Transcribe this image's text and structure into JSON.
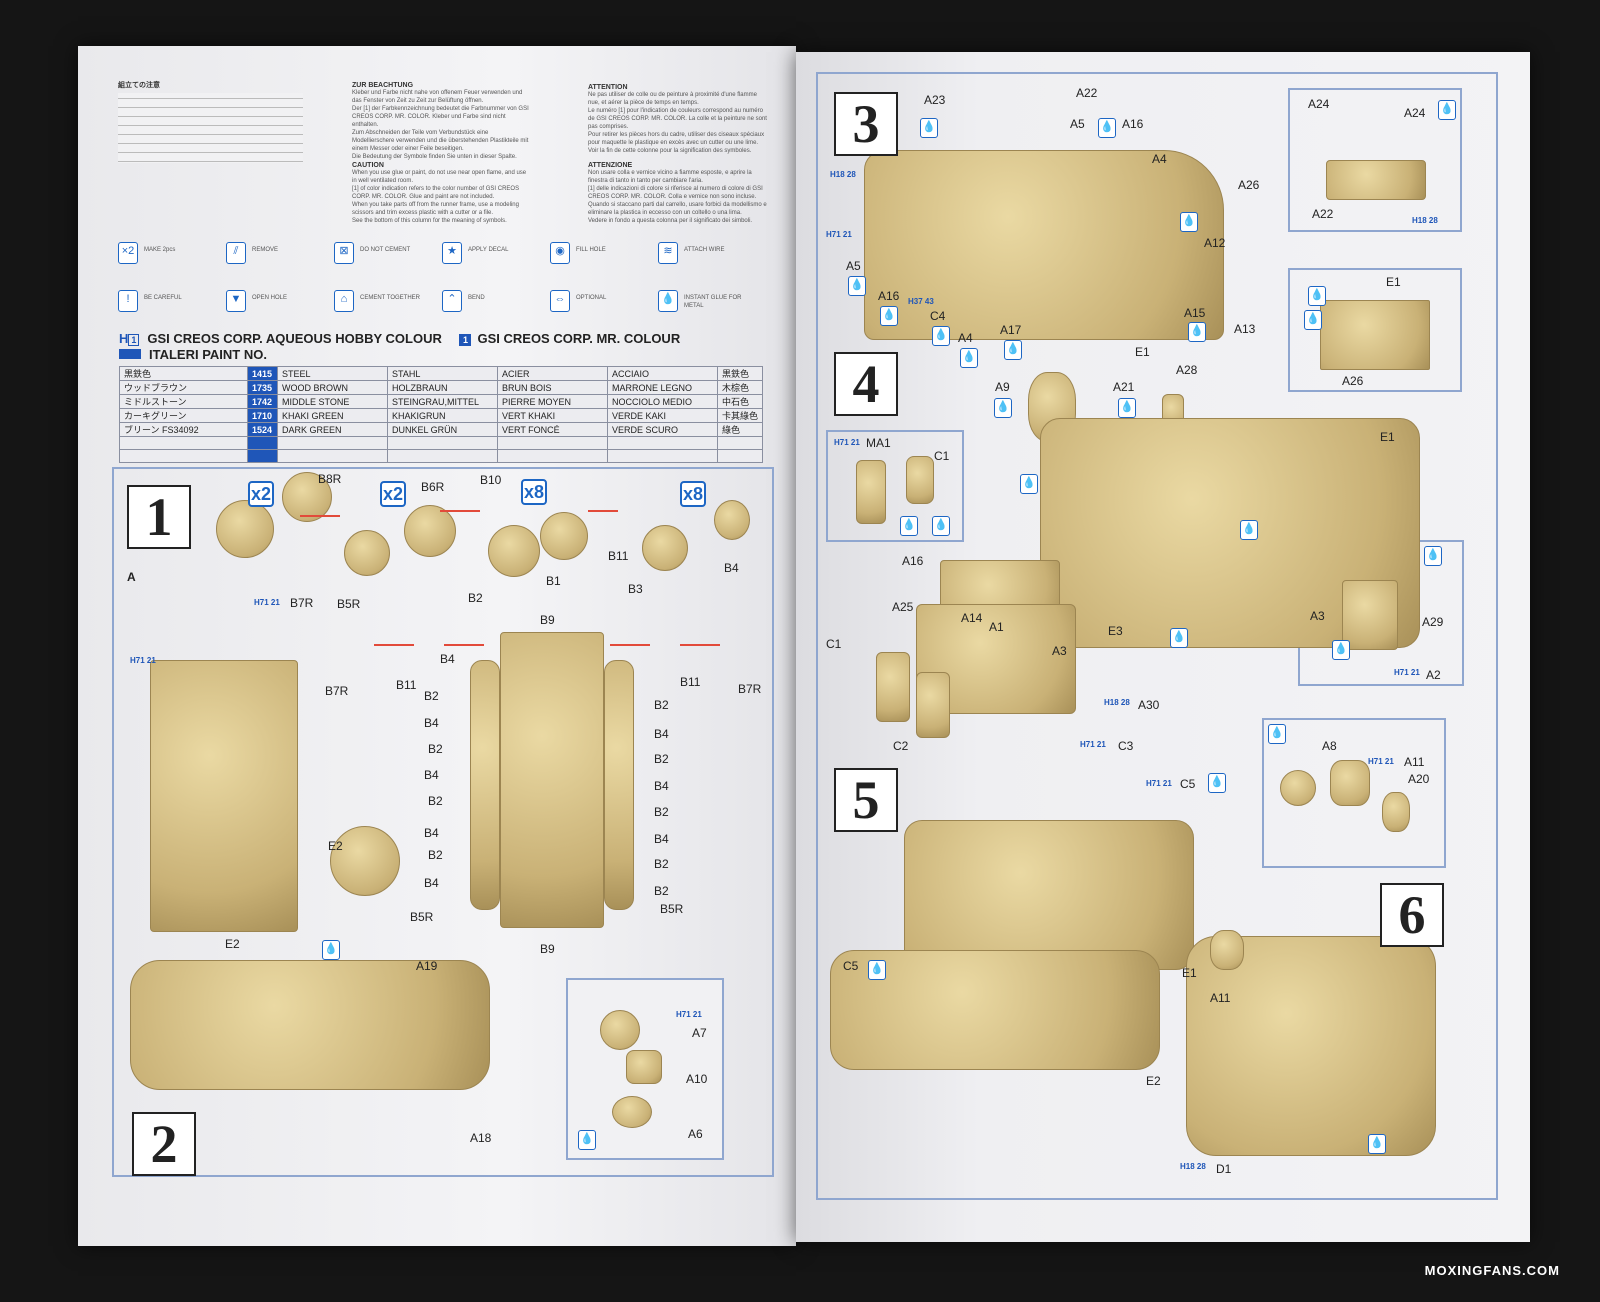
{
  "notes": {
    "ja_title": "組立ての注意",
    "de_title": "ZUR BEACHTUNG",
    "de_lines": [
      "Kleber und Farbe nicht nahe von offenem Feuer verwenden und das Fenster von Zeit zu Zeit zur Belüftung öffnen.",
      "Der [1] der Farbkennzeichnung bedeutet die Farbnummer von GSI CREOS CORP. MR. COLOR. Kleber und Farbe sind nicht enthalten.",
      "Zum Abschneiden der Teile vom Verbundstück eine Modellierschere verwenden und die überstehenden Plastikteile mit einem Messer oder einer Feile beseitigen.",
      "Die Bedeutung der Symbole finden Sie unten in dieser Spalte."
    ],
    "en_title": "CAUTION",
    "en_lines": [
      "When you use glue or paint, do not use near open flame, and use in well ventilated room.",
      "[1] of color indication refers to the color number of GSI CREOS CORP. MR. COLOR. Glue and paint are not included.",
      "When you take parts off from the runner frame, use a modeling scissors and trim excess plastic with a cutter or a file.",
      "See the bottom of this column for the meaning of symbols."
    ],
    "fr_title": "ATTENTION",
    "fr_lines": [
      "Ne pas utiliser de colle ou de peinture à proximité d'une flamme nue, et aérer la pièce de temps en temps.",
      "Le numéro [1] pour l'indication de couleurs correspond au numéro de GSI CREOS CORP. MR. COLOR. La colle et la peinture ne sont pas comprises.",
      "Pour retirer les pièces hors du cadre, utiliser des ciseaux spéciaux pour maquette le plastique en excès avec un cutter ou une lime.",
      "Voir la fin de cette colonne pour la signification des symboles."
    ],
    "it_title": "ATTENZIONE",
    "it_lines": [
      "Non usare colla e vernice vicino a fiamme esposte, e aprire la finestra di tanto in tanto per cambiare l'aria.",
      "[1] delle indicazioni di colore si riferisce al numero di colore di GSI CREOS CORP. MR. COLOR. Colla e vernice non sono incluse.",
      "Quando si staccano parti dal carrello, usare forbici da modellismo e eliminare la plastica in eccesso con un coltello o una lima.",
      "Vedere in fondo a questa colonna per il significato dei simboli."
    ]
  },
  "symbols": [
    {
      "icon": "x2",
      "label": "MAKE 2pcs"
    },
    {
      "icon": "remove",
      "label": "REMOVE"
    },
    {
      "icon": "do-not-cement",
      "label": "DO NOT CEMENT"
    },
    {
      "icon": "decal",
      "label": "APPLY DECAL"
    },
    {
      "icon": "fill-hole",
      "label": "FILL HOLE"
    },
    {
      "icon": "wire",
      "label": "ATTACH WIRE"
    },
    {
      "icon": "careful",
      "label": "BE CAREFUL"
    },
    {
      "icon": "open-hole",
      "label": "OPEN HOLE"
    },
    {
      "icon": "cement",
      "label": "CEMENT TOGETHER"
    },
    {
      "icon": "bend",
      "label": "BEND"
    },
    {
      "icon": "optional",
      "label": "OPTIONAL"
    },
    {
      "icon": "instant-glue",
      "label": "INSTANT GLUE FOR METAL"
    }
  ],
  "paint": {
    "line1a": "GSI CREOS CORP. AQUEOUS HOBBY COLOUR",
    "line1b": "GSI CREOS CORP. MR. COLOUR",
    "line2": "ITALERI PAINT NO.",
    "h_mark": "H",
    "one_mark": "1",
    "rows": [
      {
        "ja": "黒鉄色",
        "no": "1415",
        "en": "STEEL",
        "de": "STAHL",
        "fr": "ACIER",
        "it": "ACCIAIO",
        "ja2": "黒鉄色"
      },
      {
        "ja": "ウッドブラウン",
        "no": "1735",
        "en": "WOOD BROWN",
        "de": "HOLZBRAUN",
        "fr": "BRUN BOIS",
        "it": "MARRONE LEGNO",
        "ja2": "木棕色"
      },
      {
        "ja": "ミドルストーン",
        "no": "1742",
        "en": "MIDDLE STONE",
        "de": "STEINGRAU,MITTEL",
        "fr": "PIERRE MOYEN",
        "it": "NOCCIOLO MEDIO",
        "ja2": "中石色"
      },
      {
        "ja": "カーキグリーン",
        "no": "1710",
        "en": "KHAKI GREEN",
        "de": "KHAKIGRUN",
        "fr": "VERT KHAKI",
        "it": "VERDE KAKI",
        "ja2": "卡其綠色"
      },
      {
        "ja": "ブリーン FS34092",
        "no": "1524",
        "en": "DARK GREEN",
        "de": "DUNKEL GRÜN",
        "fr": "VERT FONCÉ",
        "it": "VERDE SCURO",
        "ja2": "綠色"
      }
    ]
  },
  "steps": [
    "1",
    "2",
    "3",
    "4",
    "5",
    "6"
  ],
  "multipliers": [
    "x2",
    "x2",
    "x8",
    "x8"
  ],
  "sub_a": "A",
  "labels": {
    "s1": [
      "B8R",
      "B6R",
      "B10",
      "B7R",
      "B5R",
      "B2",
      "B1",
      "B11",
      "B3",
      "B4",
      "B9",
      "B7R",
      "B11",
      "B11",
      "B7R",
      "B2",
      "B4",
      "B2",
      "B4",
      "B2",
      "B4",
      "B2",
      "B4",
      "B2",
      "B2",
      "B4",
      "B2",
      "B4",
      "B2",
      "B4",
      "B2",
      "B4",
      "E2",
      "E2",
      "B5R",
      "B9",
      "B5R",
      "A19"
    ],
    "s2": [
      "A18",
      "A7",
      "A10",
      "A6"
    ],
    "s3": [
      "A23",
      "A22",
      "A5",
      "A16",
      "A4",
      "A26",
      "A12",
      "A5",
      "A16",
      "C4",
      "A4",
      "A17",
      "A15",
      "A13",
      "E1",
      "A28",
      "A24",
      "A24",
      "A22",
      "E1",
      "A26"
    ],
    "s4": [
      "A9",
      "A21",
      "E1",
      "MA1",
      "C1",
      "A16",
      "A25",
      "A14",
      "A1",
      "E3",
      "A3",
      "C1",
      "C2",
      "A30",
      "C3",
      "A3",
      "A29",
      "A2"
    ],
    "s5": [
      "C5",
      "A8",
      "A11",
      "A20",
      "E1",
      "A11",
      "C5",
      "E2",
      "D1"
    ]
  },
  "paint_refs": [
    "H71 21",
    "H71 21",
    "H18 28",
    "H71 21",
    "H18 28",
    "H37 43",
    "H71 21",
    "H71 21",
    "H18 28",
    "H71 21",
    "H71 21",
    "H71 21",
    "H71 21",
    "H18 28"
  ],
  "watermark": "MOXINGFANS.COM",
  "colors": {
    "accent": "#1f56b8",
    "frame": "#8fa6cf",
    "plastic": "#d8c48c"
  }
}
